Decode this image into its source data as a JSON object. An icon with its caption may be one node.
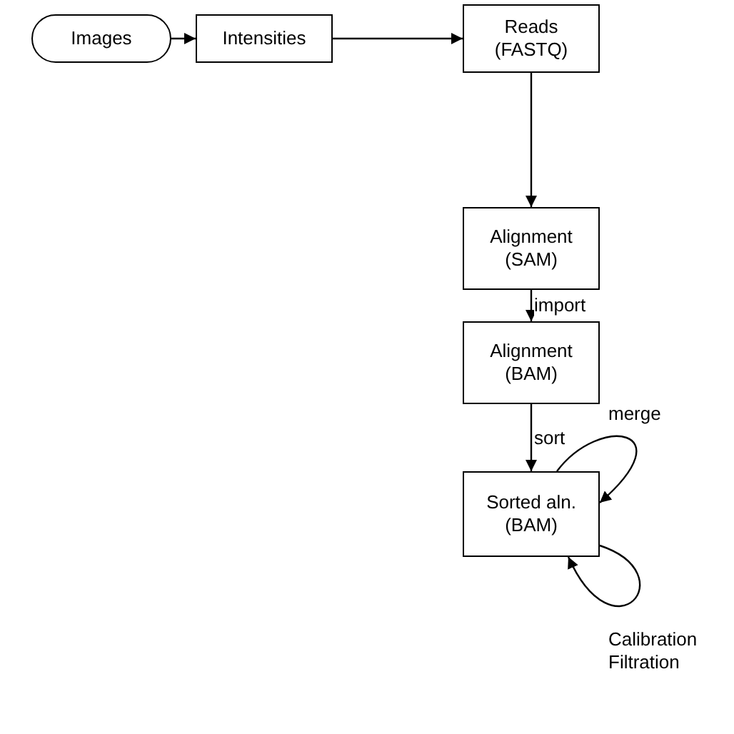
{
  "diagram": {
    "nodes": [
      {
        "text": [
          "Images"
        ]
      },
      {
        "text": [
          "Intensities"
        ]
      },
      {
        "text": [
          "Reads (FASTQ)"
        ]
      },
      {
        "text": [
          "Alignment (SAM)"
        ]
      },
      {
        "text": [
          "Alignment (BAM)"
        ]
      },
      {
        "text": [
          "Sorted aln. (BAM)"
        ]
      }
    ],
    "edges": [
      {
        "from": 0,
        "to": 1,
        "arrow": "to"
      },
      {
        "from": 1,
        "to": 2,
        "arrow": "to"
      },
      {
        "from": 2,
        "to": 3,
        "arrow": "to"
      },
      {
        "from": 3,
        "to": 4,
        "arrow": "to",
        "label": "import"
      },
      {
        "from": 4,
        "to": 5,
        "arrow": "to",
        "label": "sort"
      },
      {
        "from": 5,
        "to": 5,
        "arrow": "to",
        "label": "merge"
      },
      {
        "from": 5,
        "to": 5,
        "arrow": "to",
        "label": "Calibration Filtration"
      }
    ]
  }
}
